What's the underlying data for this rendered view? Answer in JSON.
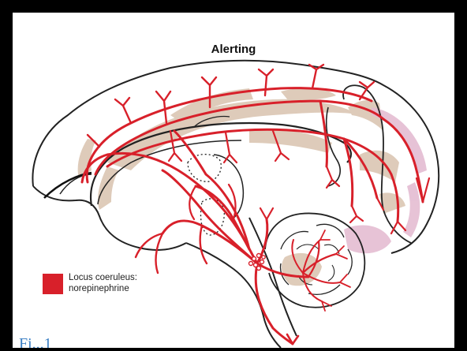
{
  "figure": {
    "title": "Alerting",
    "legend": {
      "line1": "Locus coeruleus:",
      "line2": "norepinephrine"
    },
    "caption_fragment": "Fi...1"
  },
  "colors": {
    "projection_red": "#d8202a",
    "cortex_tan": "#d9c3ae",
    "cortex_pink": "#e4bcd2",
    "outline": "#222222",
    "background": "#000000",
    "panel": "#ffffff"
  },
  "diagram": {
    "subject": "sagittal brain section",
    "projection_source": "Locus coeruleus",
    "neurotransmitter": "norepinephrine"
  }
}
